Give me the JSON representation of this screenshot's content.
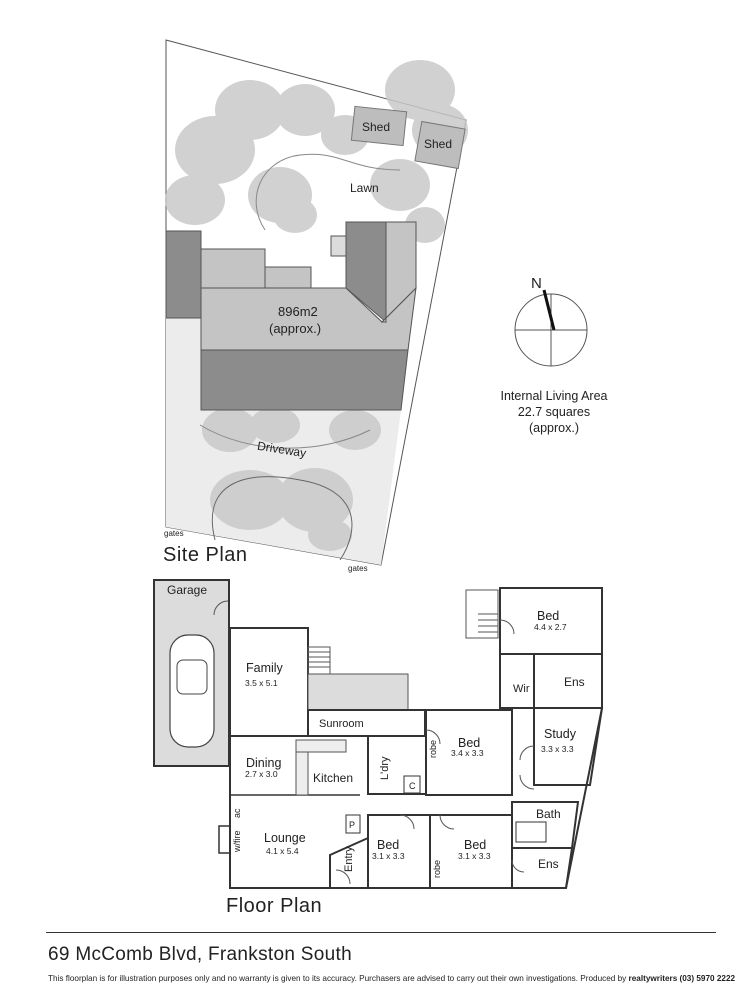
{
  "site_plan": {
    "title": "Site Plan",
    "land_area": "896m2",
    "land_area_note": "(approx.)",
    "labels": {
      "shed_1": "Shed",
      "shed_2": "Shed",
      "lawn": "Lawn",
      "driveway": "Driveway",
      "gates_left": "gates",
      "gates_right": "gates"
    }
  },
  "compass": {
    "north_label": "N"
  },
  "internal_area": {
    "line1": "Internal Living Area",
    "line2": "22.7 squares",
    "line3": "(approx.)"
  },
  "floor_plan": {
    "title": "Floor Plan",
    "rooms": [
      {
        "id": "garage",
        "name": "Garage",
        "dims": ""
      },
      {
        "id": "family",
        "name": "Family",
        "dims": "3.5 x 5.1"
      },
      {
        "id": "sunroom",
        "name": "Sunroom",
        "dims": ""
      },
      {
        "id": "dining",
        "name": "Dining",
        "dims": "2.7 x 3.0"
      },
      {
        "id": "kitchen",
        "name": "Kitchen",
        "dims": ""
      },
      {
        "id": "lounge",
        "name": "Lounge",
        "dims": "4.1 x 5.4"
      },
      {
        "id": "entry",
        "name": "Entry",
        "dims": ""
      },
      {
        "id": "bed_master",
        "name": "Bed",
        "dims": "4.4 x 2.7"
      },
      {
        "id": "bed_2",
        "name": "Bed",
        "dims": "3.4 x 3.3"
      },
      {
        "id": "bed_3",
        "name": "Bed",
        "dims": "3.1 x 3.3"
      },
      {
        "id": "bed_4",
        "name": "Bed",
        "dims": "3.1 x 3.3"
      },
      {
        "id": "study",
        "name": "Study",
        "dims": "3.3 x 3.3"
      },
      {
        "id": "wir",
        "name": "Wir",
        "dims": ""
      },
      {
        "id": "ens_1",
        "name": "Ens",
        "dims": ""
      },
      {
        "id": "ens_2",
        "name": "Ens",
        "dims": ""
      },
      {
        "id": "bath",
        "name": "Bath",
        "dims": ""
      },
      {
        "id": "laundry",
        "name": "L'dry",
        "dims": ""
      }
    ],
    "small_labels": {
      "robe_1": "robe",
      "robe_2": "robe",
      "c": "C",
      "p": "P",
      "wfire": "w/fire",
      "ac": "ac"
    }
  },
  "footer": {
    "address": "69 McComb Blvd, Frankston South",
    "disclaimer": "This floorplan is for illustration purposes only and no warranty is given to its accuracy. Purchasers are advised to carry out their own investigations. Produced by",
    "producer": "realtywriters",
    "phone": "(03) 5970 2222"
  }
}
